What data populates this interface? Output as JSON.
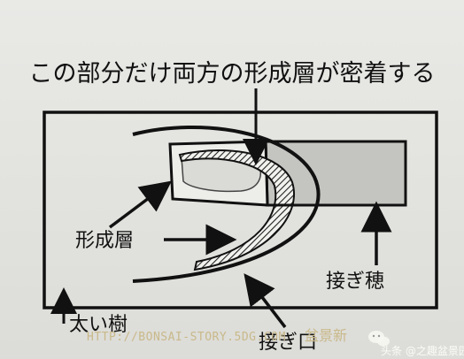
{
  "diagram": {
    "title": "この部分だけ両方の形成層が密着する",
    "label_cambium": "形成層",
    "label_scion": "接ぎ穂",
    "label_thick_trunk": "太い樹",
    "label_graft_opening": "接ぎ口"
  },
  "watermark": {
    "url_text": "HTTP://BONSAI-STORY.5DG.COM",
    "cn_text": "盆景新",
    "platform_text": "头条 @之趣盆景园",
    "wechat_icon": "wechat-logo-icon"
  },
  "colors": {
    "background": "#e4e4e1",
    "ink": "#111111",
    "scion_fill": "#c9c9c6",
    "hatch": "#222222"
  }
}
